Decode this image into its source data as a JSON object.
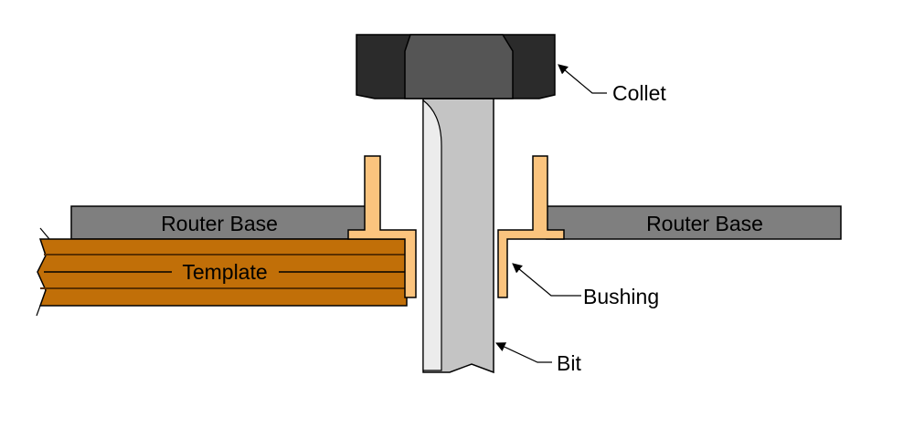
{
  "labels": {
    "router_base_left": "Router Base",
    "router_base_right": "Router Base",
    "template": "Template",
    "collet": "Collet",
    "bushing": "Bushing",
    "bit": "Bit"
  },
  "colors": {
    "router_base": "#7f7f7f",
    "bushing": "#fbc47e",
    "template_wood": "#c16f08",
    "template_grain": "#5a3000",
    "collet_front": "#555555",
    "collet_side": "#2b2b2b",
    "bit_shank": "#c4c4c4",
    "bit_highlight": "#ececec",
    "outline": "#000000"
  }
}
